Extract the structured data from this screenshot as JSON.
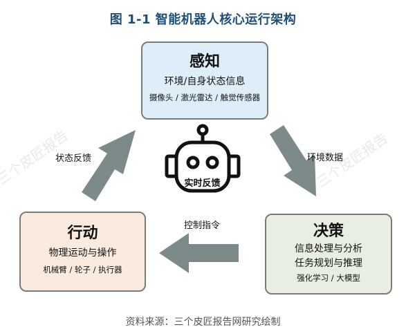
{
  "title": "图  1-1  智能机器人核心运行架构",
  "nodes": {
    "sense": {
      "title": "感知",
      "line1": "环境/自身状态信息",
      "line2": "摄像头 / 激光雷达 / 触觉传感器"
    },
    "act": {
      "title": "行动",
      "line1": "物理运动与操作",
      "line2": "机械臂 / 轮子 / 执行器"
    },
    "decide": {
      "title": "决策",
      "line1": "信息处理与分析",
      "line1b": "任务规划与推理",
      "line2": "强化学习 / 大模型"
    }
  },
  "edges": {
    "sense_to_decide": "环境数据",
    "decide_to_act": "控制指令",
    "act_to_sense": "状态反馈"
  },
  "robot_label": "实时反馈",
  "source": "资料来源：三个皮匠报告网研究绘制",
  "watermark": "三个皮匠报告",
  "colors": {
    "title": "#1f4e79",
    "sense_fill": "#ddeef8",
    "act_fill": "#fbebdf",
    "decide_fill": "#e8eee2",
    "arrow": "#7d8a8a",
    "border": "#7a7a7a"
  }
}
